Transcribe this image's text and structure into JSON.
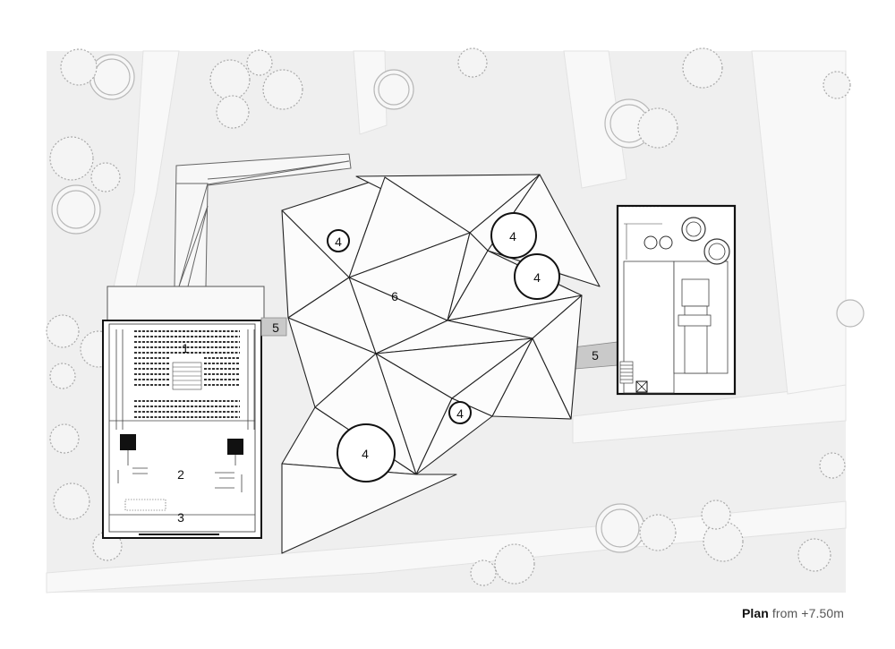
{
  "labels": {
    "l1": "1",
    "l2": "2",
    "l3": "3",
    "l4a": "4",
    "l4b": "4",
    "l4c": "4",
    "l4d": "4",
    "l4e": "4",
    "l5a": "5",
    "l5b": "5",
    "l6": "6"
  },
  "caption": {
    "bold": "Plan",
    "rest": "from +7.50m"
  },
  "colors": {
    "ground": "#efefef",
    "path": "#f7f7f7",
    "line": "#222222",
    "tree": "#bdbdbd",
    "bridge": "#c9c9c9"
  }
}
